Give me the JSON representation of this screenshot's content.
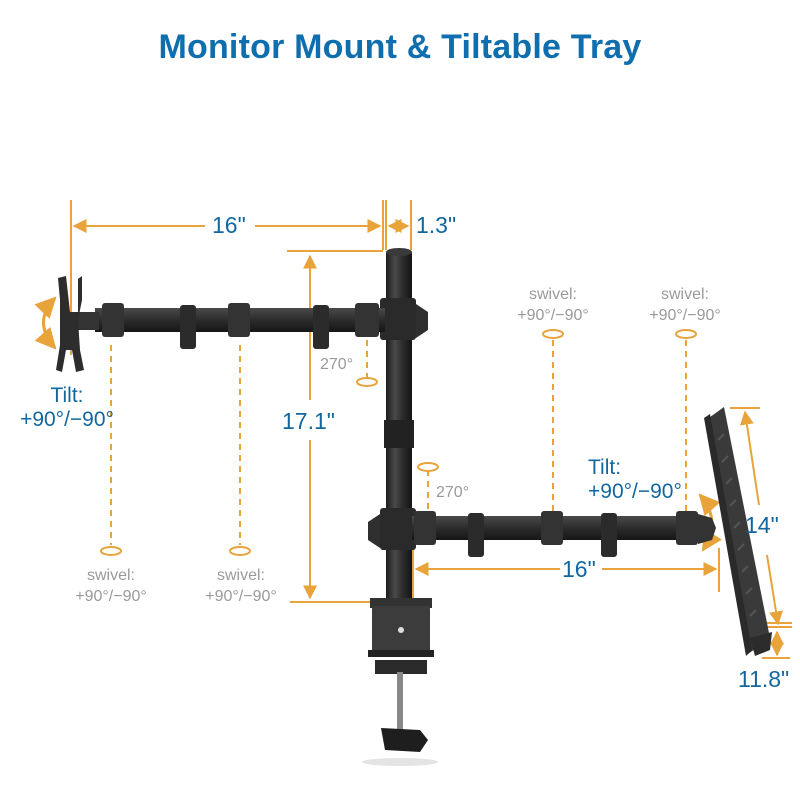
{
  "title": "Monitor Mount & Tiltable Tray",
  "colors": {
    "title": "#0f6fae",
    "dimension_text": "#12679f",
    "annotation_grey": "#9a9a9a",
    "dimension_line": "#e8a33a",
    "metal": "#2e2e2e"
  },
  "dimensions": {
    "upper_arm_length": "16\"",
    "pole_diameter": "1.3\"",
    "pole_height": "17.1\"",
    "lower_arm_length": "16\"",
    "tray_length": "14\"",
    "tray_depth": "11.8\""
  },
  "annotations": {
    "left_tilt": {
      "label": "Tilt:",
      "value": "+90°/−90°"
    },
    "right_tilt": {
      "label": "Tilt:",
      "value": "+90°/−90°"
    },
    "upper_joint_rotation": "270°",
    "lower_joint_rotation": "270°",
    "swivels": [
      {
        "label": "swivel:",
        "value": "+90°/−90°",
        "position": "upper-left-outer"
      },
      {
        "label": "swivel:",
        "value": "+90°/−90°",
        "position": "upper-left-inner"
      },
      {
        "label": "swivel:",
        "value": "+90°/−90°",
        "position": "lower-right-inner"
      },
      {
        "label": "swivel:",
        "value": "+90°/−90°",
        "position": "lower-right-outer"
      }
    ]
  },
  "components": [
    "pole",
    "upper-arm",
    "vesa-plate",
    "lower-arm",
    "laptop-tray",
    "desk-clamp"
  ]
}
